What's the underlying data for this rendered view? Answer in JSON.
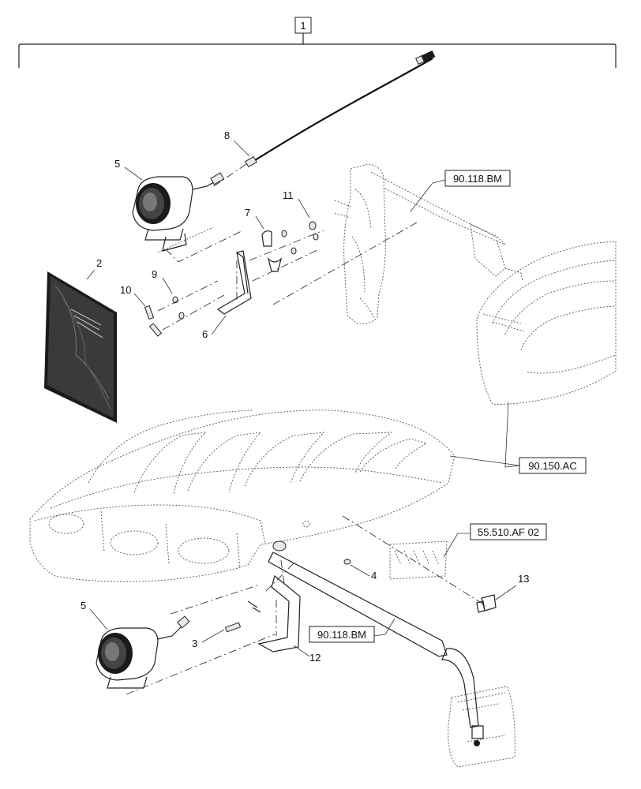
{
  "assembly_number": "1",
  "callouts": {
    "c2": "2",
    "c3": "3",
    "c4": "4",
    "c5a": "5",
    "c5b": "5",
    "c6": "6",
    "c7": "7",
    "c8": "8",
    "c9": "9",
    "c10": "10",
    "c11": "11",
    "c12": "12",
    "c13": "13"
  },
  "references": {
    "mirror_arm_upper": "90.118.BM",
    "cab_roof": "90.150.AC",
    "decal": "55.510.AF 02",
    "mirror_arm_lower": "90.118.BM"
  }
}
